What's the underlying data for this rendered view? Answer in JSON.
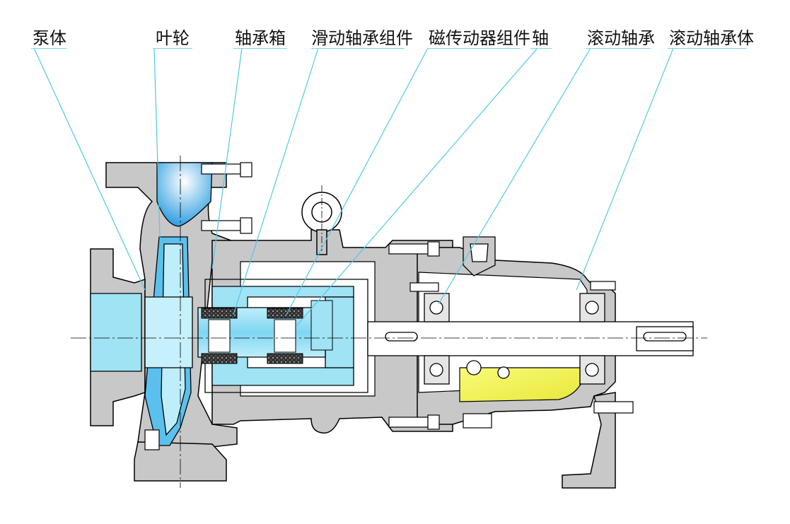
{
  "labels": {
    "pump_body": "泵体",
    "impeller": "叶轮",
    "bearing_box": "轴承箱",
    "sliding_bearing_assembly": "滑动轴承组件",
    "magnetic_drive_assembly": "磁传动器组件",
    "shaft": "轴",
    "rolling_bearing": "滚动轴承",
    "rolling_bearing_body": "滚动轴承体"
  },
  "colors": {
    "casing": "#c8c8c8",
    "fluid": "#9fe3f5",
    "fluid_dark": "#3aa9e6",
    "oil": "#f0f04a",
    "leader": "#4fc9e6",
    "outline": "#000000"
  }
}
